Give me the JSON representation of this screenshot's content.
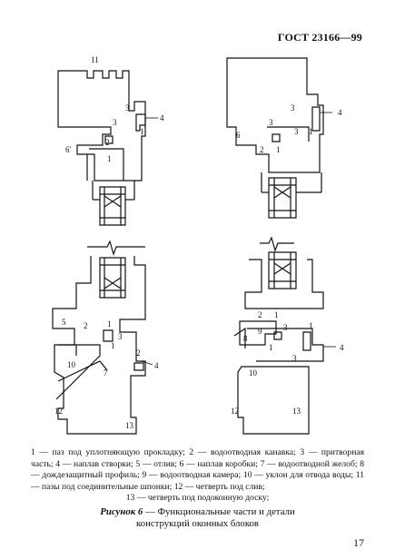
{
  "header": {
    "standard": "ГОСТ 23166—99"
  },
  "labels": {
    "n1": "1",
    "n2": "2",
    "n3": "3",
    "n4": "4",
    "n5": "5",
    "n6": "6",
    "n7": "7",
    "n8": "8",
    "n9": "9",
    "n10": "10",
    "n11": "11",
    "n12": "12",
    "n13": "13",
    "n6prime": "6'"
  },
  "legend": {
    "line1": "1 — паз под уплотняющую прокладку; 2 — водоотводная канавка; 3 — притворная часть; 4 — наплав створки; 5 — отлив; 6 — наплав коробки; 7 — водоотводной желоб; 8 — дождезащитный профиль; 9 — водоотводная камера; 10 — уклон для отвода воды; 11 — пазы под соединительные шпонки; 12 — четверть под слив;",
    "line2": "13 — четверть под подоконную доску;"
  },
  "caption": {
    "figure": "Рисунок 6",
    "text": " — Функциональные части и детали",
    "line2": "конструкций оконных блоков"
  },
  "page_number": "17"
}
